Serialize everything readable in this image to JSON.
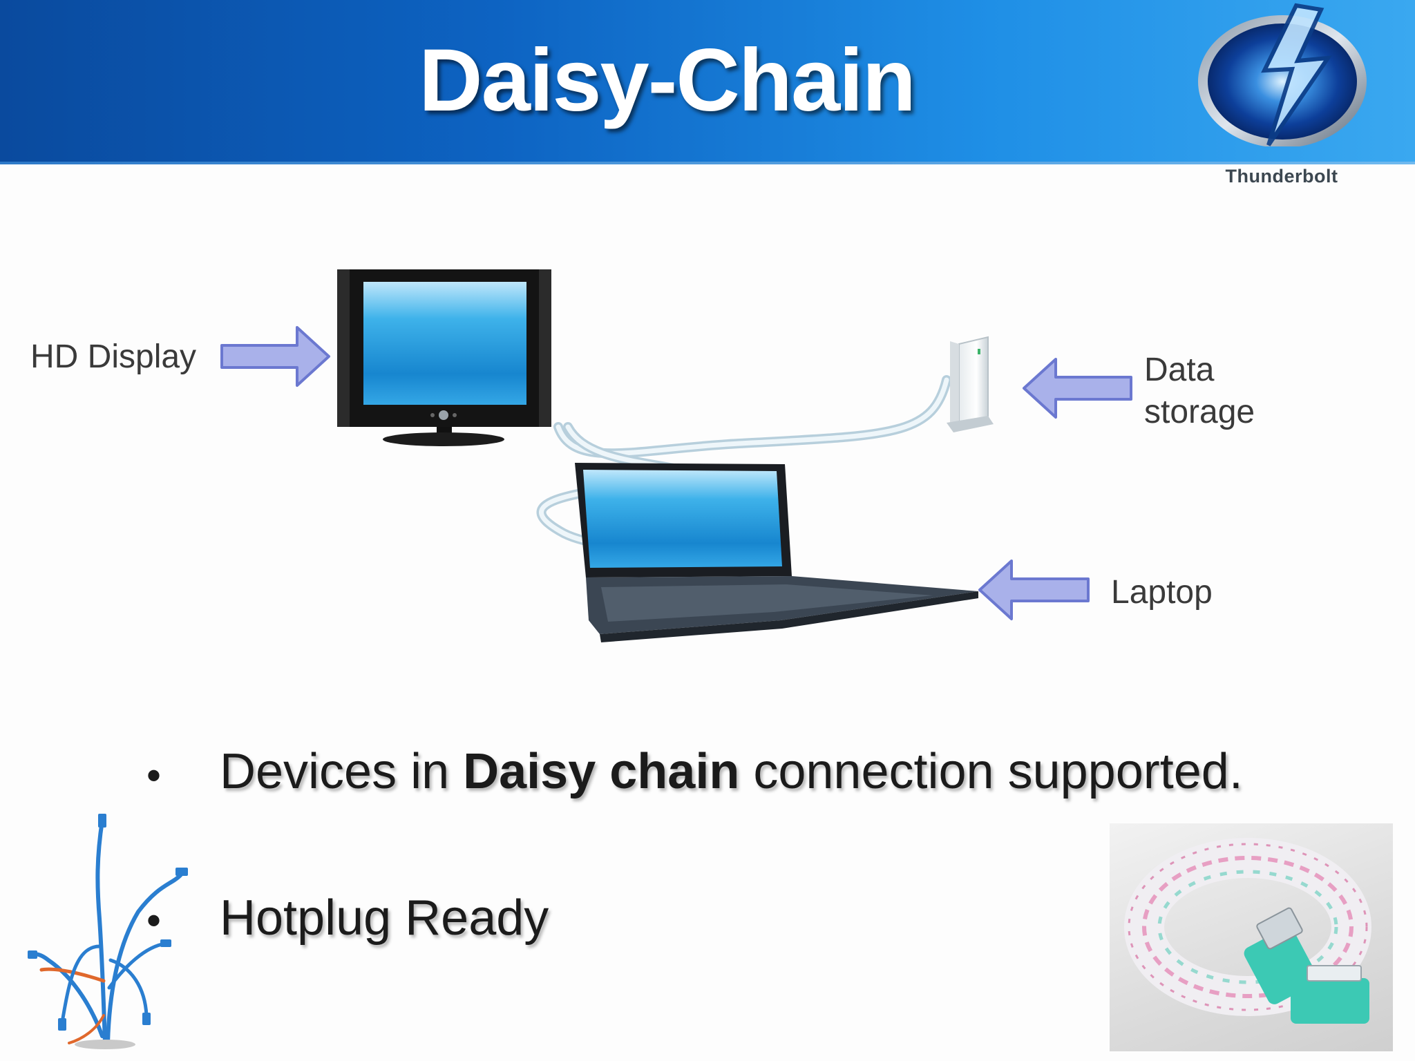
{
  "slide": {
    "title": "Daisy-Chain",
    "logo_text": "Thunderbolt"
  },
  "diagram": {
    "labels": {
      "hd_display": "HD Display",
      "data_storage_line1": "Data",
      "data_storage_line2": "storage",
      "laptop": "Laptop"
    },
    "colors": {
      "arrow_fill": "#a9b1ea",
      "arrow_stroke": "#6b78d0",
      "screen_blue": "#2aa0e0",
      "cable": "#cfe0ea"
    }
  },
  "bullets": [
    {
      "prefix": "Devices in ",
      "bold": "Daisy chain",
      "suffix": " connection supported."
    },
    {
      "prefix": "Hotplug Ready",
      "bold": "",
      "suffix": ""
    }
  ],
  "icons": [
    "thunderbolt-logo-icon",
    "arrow-right-icon",
    "arrow-left-icon",
    "monitor-icon",
    "laptop-icon",
    "external-drive-icon",
    "usb-cables-icon",
    "usb-bracelet-icon"
  ]
}
